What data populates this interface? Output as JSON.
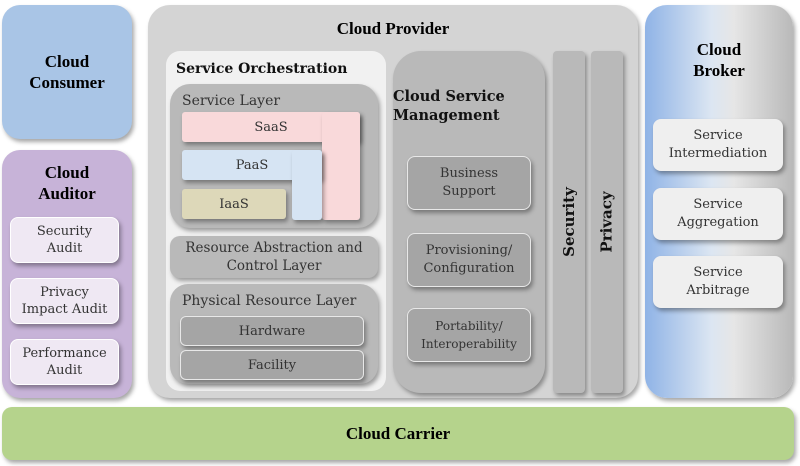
{
  "consumer": {
    "title_line1": "Cloud",
    "title_line2": "Consumer"
  },
  "auditor": {
    "title_line1": "Cloud",
    "title_line2": "Auditor",
    "items": [
      {
        "line1": "Security",
        "line2": "Audit"
      },
      {
        "line1": "Privacy",
        "line2": "Impact Audit"
      },
      {
        "line1": "Performance",
        "line2": "Audit"
      }
    ]
  },
  "provider": {
    "title": "Cloud Provider",
    "orchestration": {
      "title": "Service Orchestration",
      "service_layer": {
        "label": "Service Layer",
        "saas": "SaaS",
        "paas": "PaaS",
        "iaas": "IaaS"
      },
      "resource_abstraction": {
        "line1": "Resource Abstraction and",
        "line2": "Control Layer"
      },
      "physical_layer": {
        "label": "Physical Resource Layer",
        "items": [
          "Hardware",
          "Facility"
        ]
      }
    },
    "management": {
      "title_line1": "Cloud Service",
      "title_line2": "Management",
      "items": [
        {
          "line1": "Business",
          "line2": "Support"
        },
        {
          "line1": "Provisioning/",
          "line2": "Configuration"
        },
        {
          "line1": "Portability/",
          "line2": "Interoperability"
        }
      ]
    },
    "security": "Security",
    "privacy": "Privacy"
  },
  "broker": {
    "title_line1": "Cloud",
    "title_line2": "Broker",
    "items": [
      {
        "line1": "Service",
        "line2": "Intermediation"
      },
      {
        "line1": "Service",
        "line2": "Aggregation"
      },
      {
        "line1": "Service",
        "line2": "Arbitrage"
      }
    ]
  },
  "carrier": {
    "title": "Cloud Carrier"
  },
  "colors": {
    "consumer": "#a9c5e6",
    "auditor": "#c7b3d8",
    "provider": "#d4d4d4",
    "broker_gradient_start": "#8fb3e6",
    "carrier": "#b5d38c",
    "saas": "#f9d9da",
    "paas": "#d6e4f3",
    "iaas": "#ddd8b9"
  }
}
